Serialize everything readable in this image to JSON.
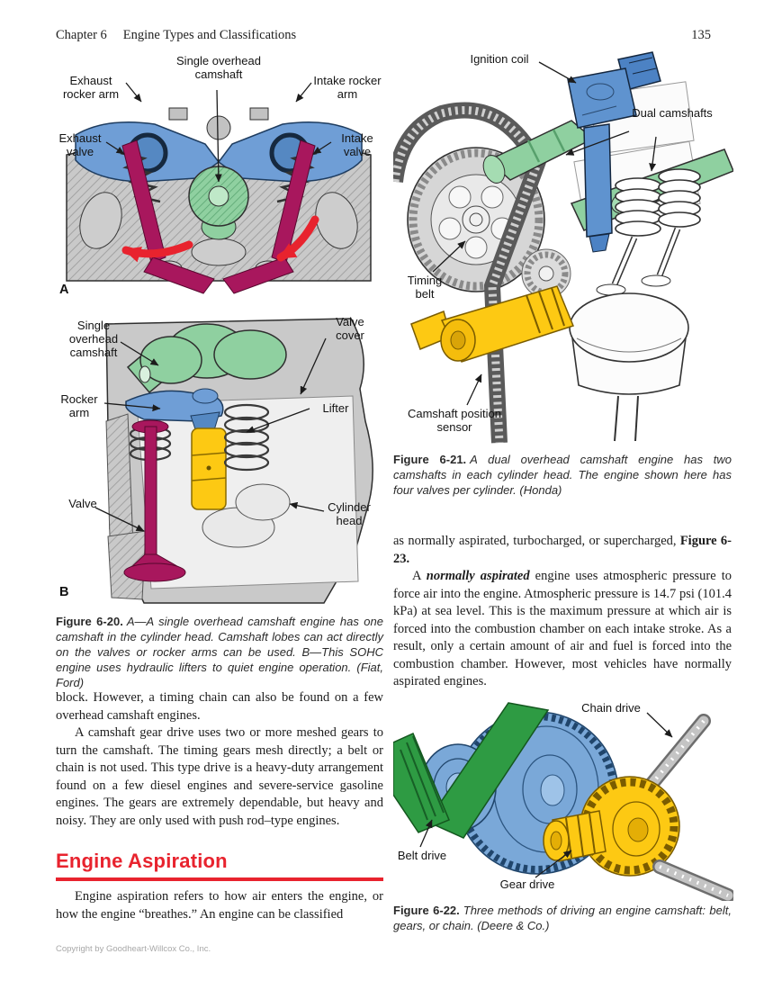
{
  "header": {
    "chapter": "Chapter 6",
    "title": "Engine Types and Classifications",
    "page_number": "135"
  },
  "figures": {
    "fig_a": {
      "panel": "A",
      "labels": {
        "sohc": "Single overhead camshaft",
        "exhaust_rocker": "Exhaust rocker arm",
        "intake_rocker": "Intake rocker arm",
        "exhaust_valve": "Exhaust valve",
        "intake_valve": "Intake valve"
      }
    },
    "fig_b": {
      "panel": "B",
      "labels": {
        "sohc": "Single overhead camshaft",
        "valve_cover": "Valve cover",
        "rocker_arm": "Rocker arm",
        "lifter": "Lifter",
        "valve": "Valve",
        "cylinder_head": "Cylinder head"
      }
    },
    "fig_dohc": {
      "labels": {
        "ignition_coil": "Ignition coil",
        "dual_camshafts": "Dual camshafts",
        "timing_belt": "Timing belt",
        "cam_sensor": "Camshaft position sensor"
      }
    },
    "fig_drives": {
      "labels": {
        "chain_drive": "Chain drive",
        "belt_drive": "Belt drive",
        "gear_drive": "Gear drive"
      }
    }
  },
  "captions": {
    "fig620": {
      "label": "Figure 6-20.",
      "text": "A—A single overhead camshaft engine has one camshaft in the cylinder head. Camshaft lobes can act directly on the valves or rocker arms can be used. B—This SOHC engine uses hydraulic lifters to quiet engine operation. (Fiat, Ford)"
    },
    "fig621": {
      "label": "Figure 6-21.",
      "text": "A dual overhead camshaft engine has two camshafts in each cylinder head. The engine shown here has four valves per cylinder. (Honda)"
    },
    "fig622": {
      "label": "Figure 6-22.",
      "text": "Three methods of driving an engine camshaft: belt, gears, or chain. (Deere & Co.)"
    }
  },
  "left_column": {
    "para1": "block. However, a timing chain can also be found on a few overhead camshaft engines.",
    "para2": "A camshaft gear drive uses two or more meshed gears to turn the camshaft. The timing gears mesh directly; a belt or chain is not used. This type drive is a heavy-duty arrangement found on a few diesel engines and severe-service gasoline engines. The gears are extremely dependable, but heavy and noisy. They are only used with push rod–type engines.",
    "heading": "Engine Aspiration",
    "para3": "Engine aspiration refers to how air enters the engine, or how the engine “breathes.” An engine can be classified"
  },
  "right_column": {
    "para1_run1": "as normally aspirated, turbocharged, or supercharged, ",
    "para1_figref": "Figure 6-23.",
    "para2_run1": "A ",
    "para2_term": "normally aspirated",
    "para2_run2": " engine uses atmospheric pressure to force air into the engine. Atmospheric pressure is 14.7 psi (101.4 kPa) at sea level. This is the maximum pressure at which air is forced into the combustion chamber on each intake stroke. As a result, only a certain amount of air and fuel is forced into the combustion chamber. However, most vehicles have normally aspirated engines."
  },
  "footer": {
    "copyright": "Copyright by Goodheart-Willcox Co., Inc."
  },
  "colors": {
    "accent_red": "#e8232e",
    "cam_green": "#8fd0a0",
    "rocker_blue": "#6f9ed6",
    "valve_magenta": "#a8175d",
    "lifter_yellow": "#fdc913",
    "belt_green": "#2e9b43",
    "metal_gray": "#c9c9c9"
  }
}
